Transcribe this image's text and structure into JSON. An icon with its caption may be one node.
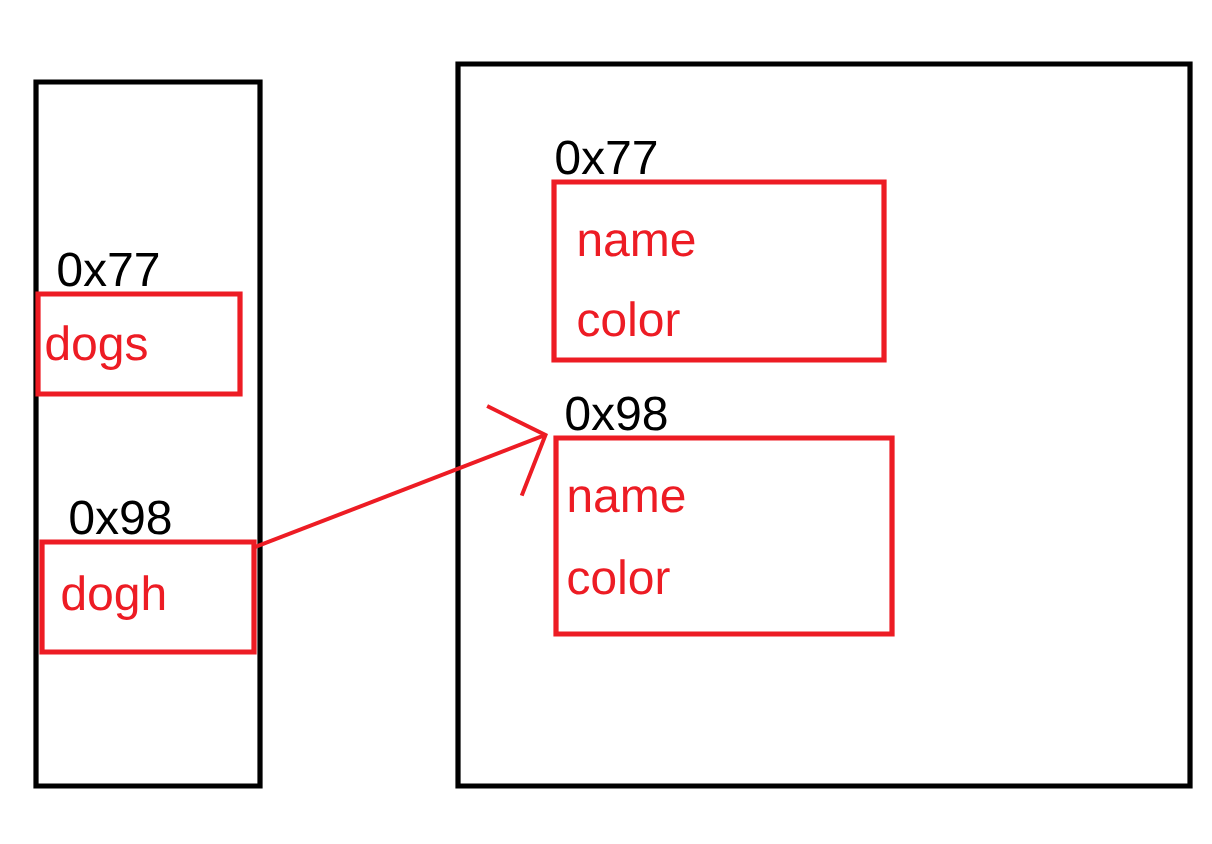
{
  "diagram": {
    "nodes": [
      {
        "text": [],
        "shape": "box"
      },
      {
        "text": [
          "0x77",
          "dogs"
        ],
        "in": 0
      },
      {
        "text": [
          "0x98",
          "dogh"
        ],
        "in": 0
      },
      {
        "text": [],
        "shape": "box"
      },
      {
        "text": [
          "0x77",
          "name",
          "color"
        ],
        "in": 3
      },
      {
        "text": [
          "0x98",
          "name",
          "color"
        ],
        "in": 3
      }
    ],
    "edges": [
      {
        "from": 2,
        "to": 5,
        "arrow": "to",
        "color": "#ed1c24"
      }
    ]
  }
}
